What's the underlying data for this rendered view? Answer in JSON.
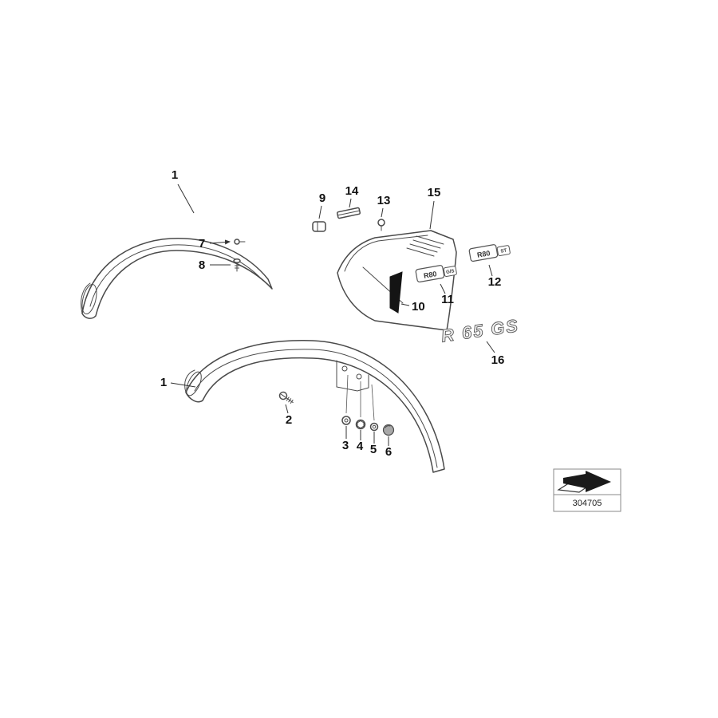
{
  "page": {
    "ref_number": "304705"
  },
  "callouts": {
    "fender_top": "1",
    "fender_bottom": "1",
    "item2": "2",
    "item3": "3",
    "item4": "4",
    "item5": "5",
    "item6": "6",
    "item7": "7",
    "item8": "8",
    "item9": "9",
    "item10": "10",
    "item11": "11",
    "item12": "12",
    "item13": "13",
    "item14": "14",
    "item15": "15",
    "item16": "16"
  },
  "badges": {
    "badge11_main": "R80",
    "badge11_sub": "G/S",
    "badge12_main": "R80",
    "badge12_sub": "ST",
    "badge16": "R 65 GS"
  },
  "colors": {
    "line": "#4a4a4a",
    "label": "#111111",
    "wedge": "#141414"
  }
}
